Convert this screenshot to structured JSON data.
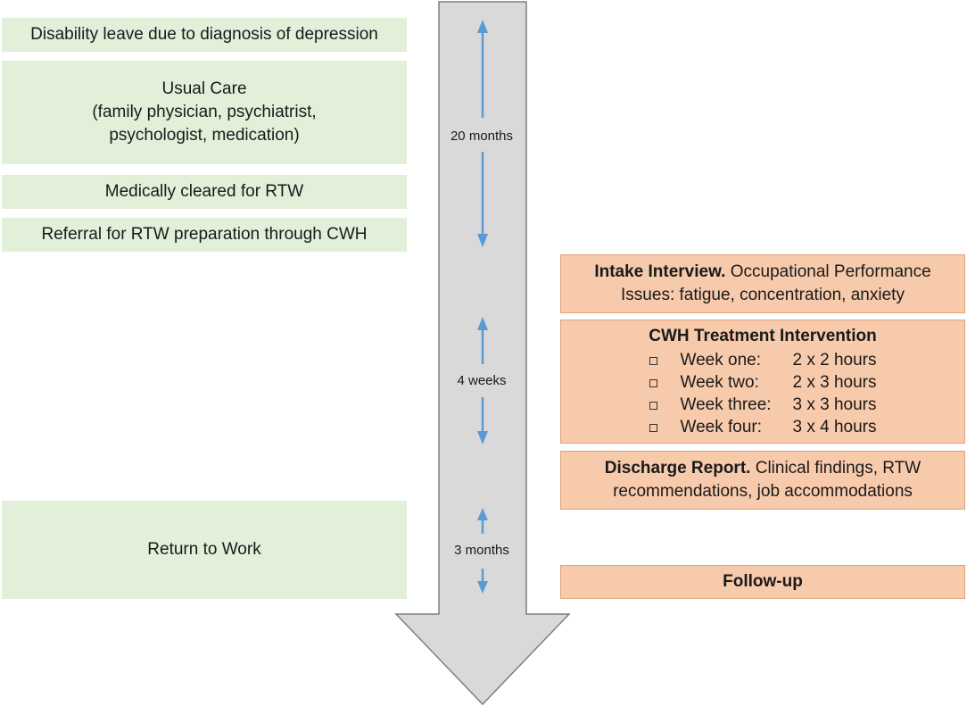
{
  "left_boxes": {
    "disability": "Disability leave due to diagnosis of depression",
    "usual_care_title": "Usual Care",
    "usual_care_line1": "(family physician, psychiatrist,",
    "usual_care_line2": "psychologist, medication)",
    "cleared": "Medically cleared for RTW",
    "referral": "Referral for RTW preparation through CWH",
    "return": "Return to Work"
  },
  "durations": {
    "first": "20 months",
    "second": "4 weeks",
    "third": "3 months"
  },
  "right_boxes": {
    "intake_bold": "Intake Interview.",
    "intake_text1": " Occupational Performance",
    "intake_text2": "Issues: fatigue, concentration, anxiety",
    "treatment_title": "CWH Treatment Intervention",
    "treatment_rows": [
      {
        "week": "Week one:",
        "hours": "2 x 2 hours"
      },
      {
        "week": "Week two:",
        "hours": "2 x 3 hours"
      },
      {
        "week": "Week three:",
        "hours": "3 x 3 hours"
      },
      {
        "week": "Week four:",
        "hours": "3 x 4 hours"
      }
    ],
    "discharge_bold": "Discharge Report.",
    "discharge_text1": " Clinical findings, RTW",
    "discharge_text2": "recommendations, job accommodations",
    "followup": "Follow-up"
  },
  "colors": {
    "green_box": "#e2efd9",
    "peach_box": "#f7caac",
    "arrow_fill": "#d9d9d9",
    "arrow_stroke": "#7f7f7f",
    "double_arrow": "#5b9bd5"
  }
}
